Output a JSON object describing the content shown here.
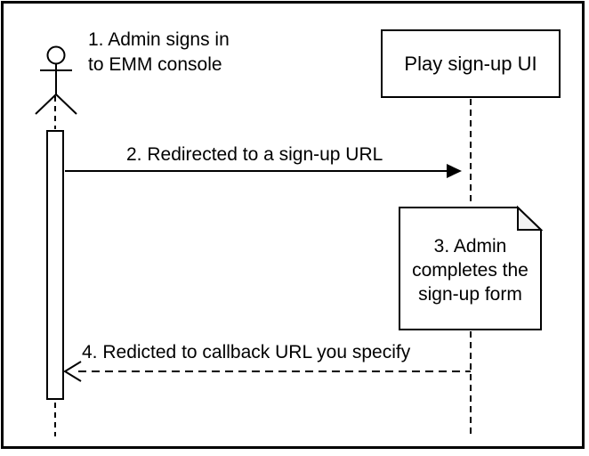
{
  "diagram": {
    "type": "uml-sequence",
    "background": "#ffffff",
    "stroke_color": "#000000",
    "note_fold_color": "#f2f2f2",
    "actor": {
      "icon": "stick-figure",
      "step_label": "1. Admin signs in\nto EMM console"
    },
    "participant": {
      "label": "Play sign-up UI"
    },
    "messages": [
      {
        "step": "2",
        "text": "2. Redirected to a sign-up URL",
        "from": "actor",
        "to": "participant",
        "line": "solid",
        "arrow": "filled"
      },
      {
        "step": "4",
        "text": "4. Redicted to callback URL you specify",
        "from": "participant",
        "to": "actor",
        "line": "dashed",
        "arrow": "open"
      }
    ],
    "note": {
      "text": "3. Admin\ncompletes the\nsign-up form",
      "attached_to": "participant"
    }
  }
}
